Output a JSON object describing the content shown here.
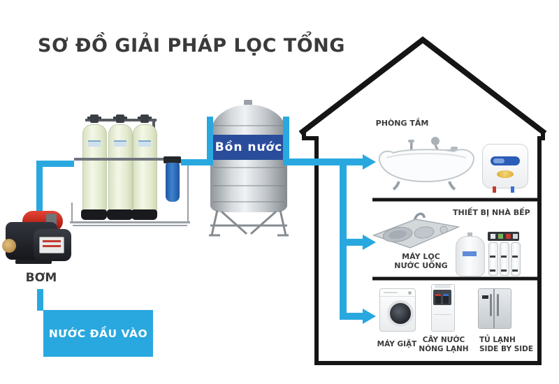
{
  "title": "SƠ ĐỒ GIẢI PHÁP LỌC TỔNG",
  "colors": {
    "accent_cyan": "#29a8e0",
    "tank_band_blue": "#2a4d9b",
    "pump_red": "#c1281c",
    "filter_tank_green": "#e9f0da",
    "outline_black": "#151515",
    "label_gray": "#3a3a3a"
  },
  "supply_chain": {
    "input_box_label": "NƯỚC ĐẦU VÀO",
    "pump_label": "BƠM",
    "storage_tank_label": "Bồn nước",
    "icons": [
      "pump-icon",
      "filter-column-icons",
      "storage-tank-icon"
    ]
  },
  "house": {
    "bathroom": {
      "label": "PHÒNG TẮM",
      "icons": [
        "bathtub-icon",
        "water-heater-icon"
      ]
    },
    "kitchen": {
      "equipment_label": "THIẾT BỊ NHÀ BẾP",
      "filter_label_line1": "MÁY LỌC",
      "filter_label_line2": "NƯỚC UỐNG",
      "icons": [
        "kitchen-sink-icon",
        "ro-purifier-icon"
      ]
    },
    "utility": {
      "washer_label": "MÁY GIẶT",
      "dispenser_label_line1": "CÂY NƯỚC",
      "dispenser_label_line2": "NÓNG LẠNH",
      "fridge_label_line1": "TỦ LẠNH",
      "fridge_label_line2": "SIDE BY SIDE",
      "icons": [
        "washing-machine-icon",
        "water-dispenser-icon",
        "fridge-side-by-side-icon"
      ]
    }
  }
}
